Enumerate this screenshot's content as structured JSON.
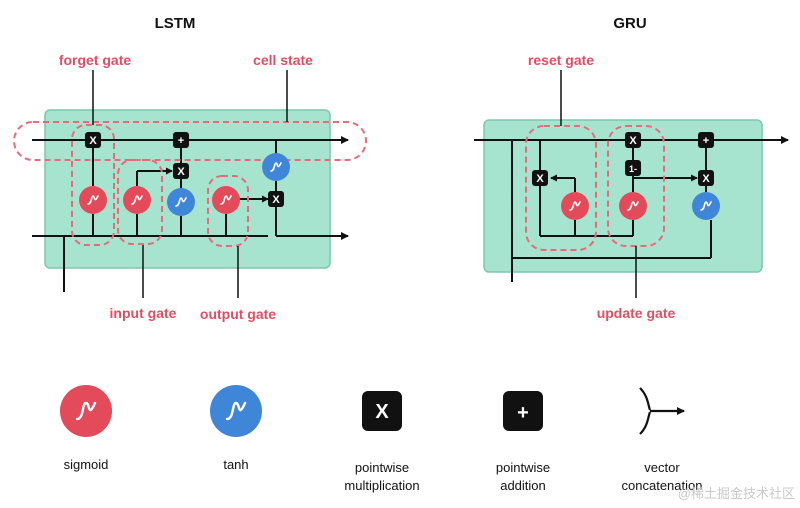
{
  "colors": {
    "box_fill": "#a6e4cf",
    "box_stroke": "#7fc7ad",
    "red": "#e34b5b",
    "blue": "#3f86d8",
    "gate_label": "#e04e62",
    "gate_dash": "#e96a79",
    "op_fill": "#111111"
  },
  "lstm": {
    "title": "LSTM",
    "forget_gate": "forget gate",
    "cell_state": "cell state",
    "input_gate": "input gate",
    "output_gate": "output gate",
    "ops": {
      "mult": "X",
      "add": "+"
    }
  },
  "gru": {
    "title": "GRU",
    "reset_gate": "reset gate",
    "update_gate": "update gate",
    "ops": {
      "mult": "X",
      "add": "+",
      "one_minus": "1-"
    }
  },
  "legend": {
    "sigmoid": {
      "label": "sigmoid",
      "icon": "sigmoid-icon"
    },
    "tanh": {
      "label": "tanh",
      "icon": "tanh-icon"
    },
    "pointwise_mult": {
      "symbol": "X",
      "line1": "pointwise",
      "line2": "multiplication",
      "icon": "multiply-icon"
    },
    "pointwise_add": {
      "symbol": "+",
      "line1": "pointwise",
      "line2": "addition",
      "icon": "plus-icon"
    },
    "vector_concat": {
      "line1": "vector",
      "line2": "concatenation",
      "icon": "concatenation-arrow-icon"
    }
  },
  "watermark": "@稀土掘金技术社区"
}
